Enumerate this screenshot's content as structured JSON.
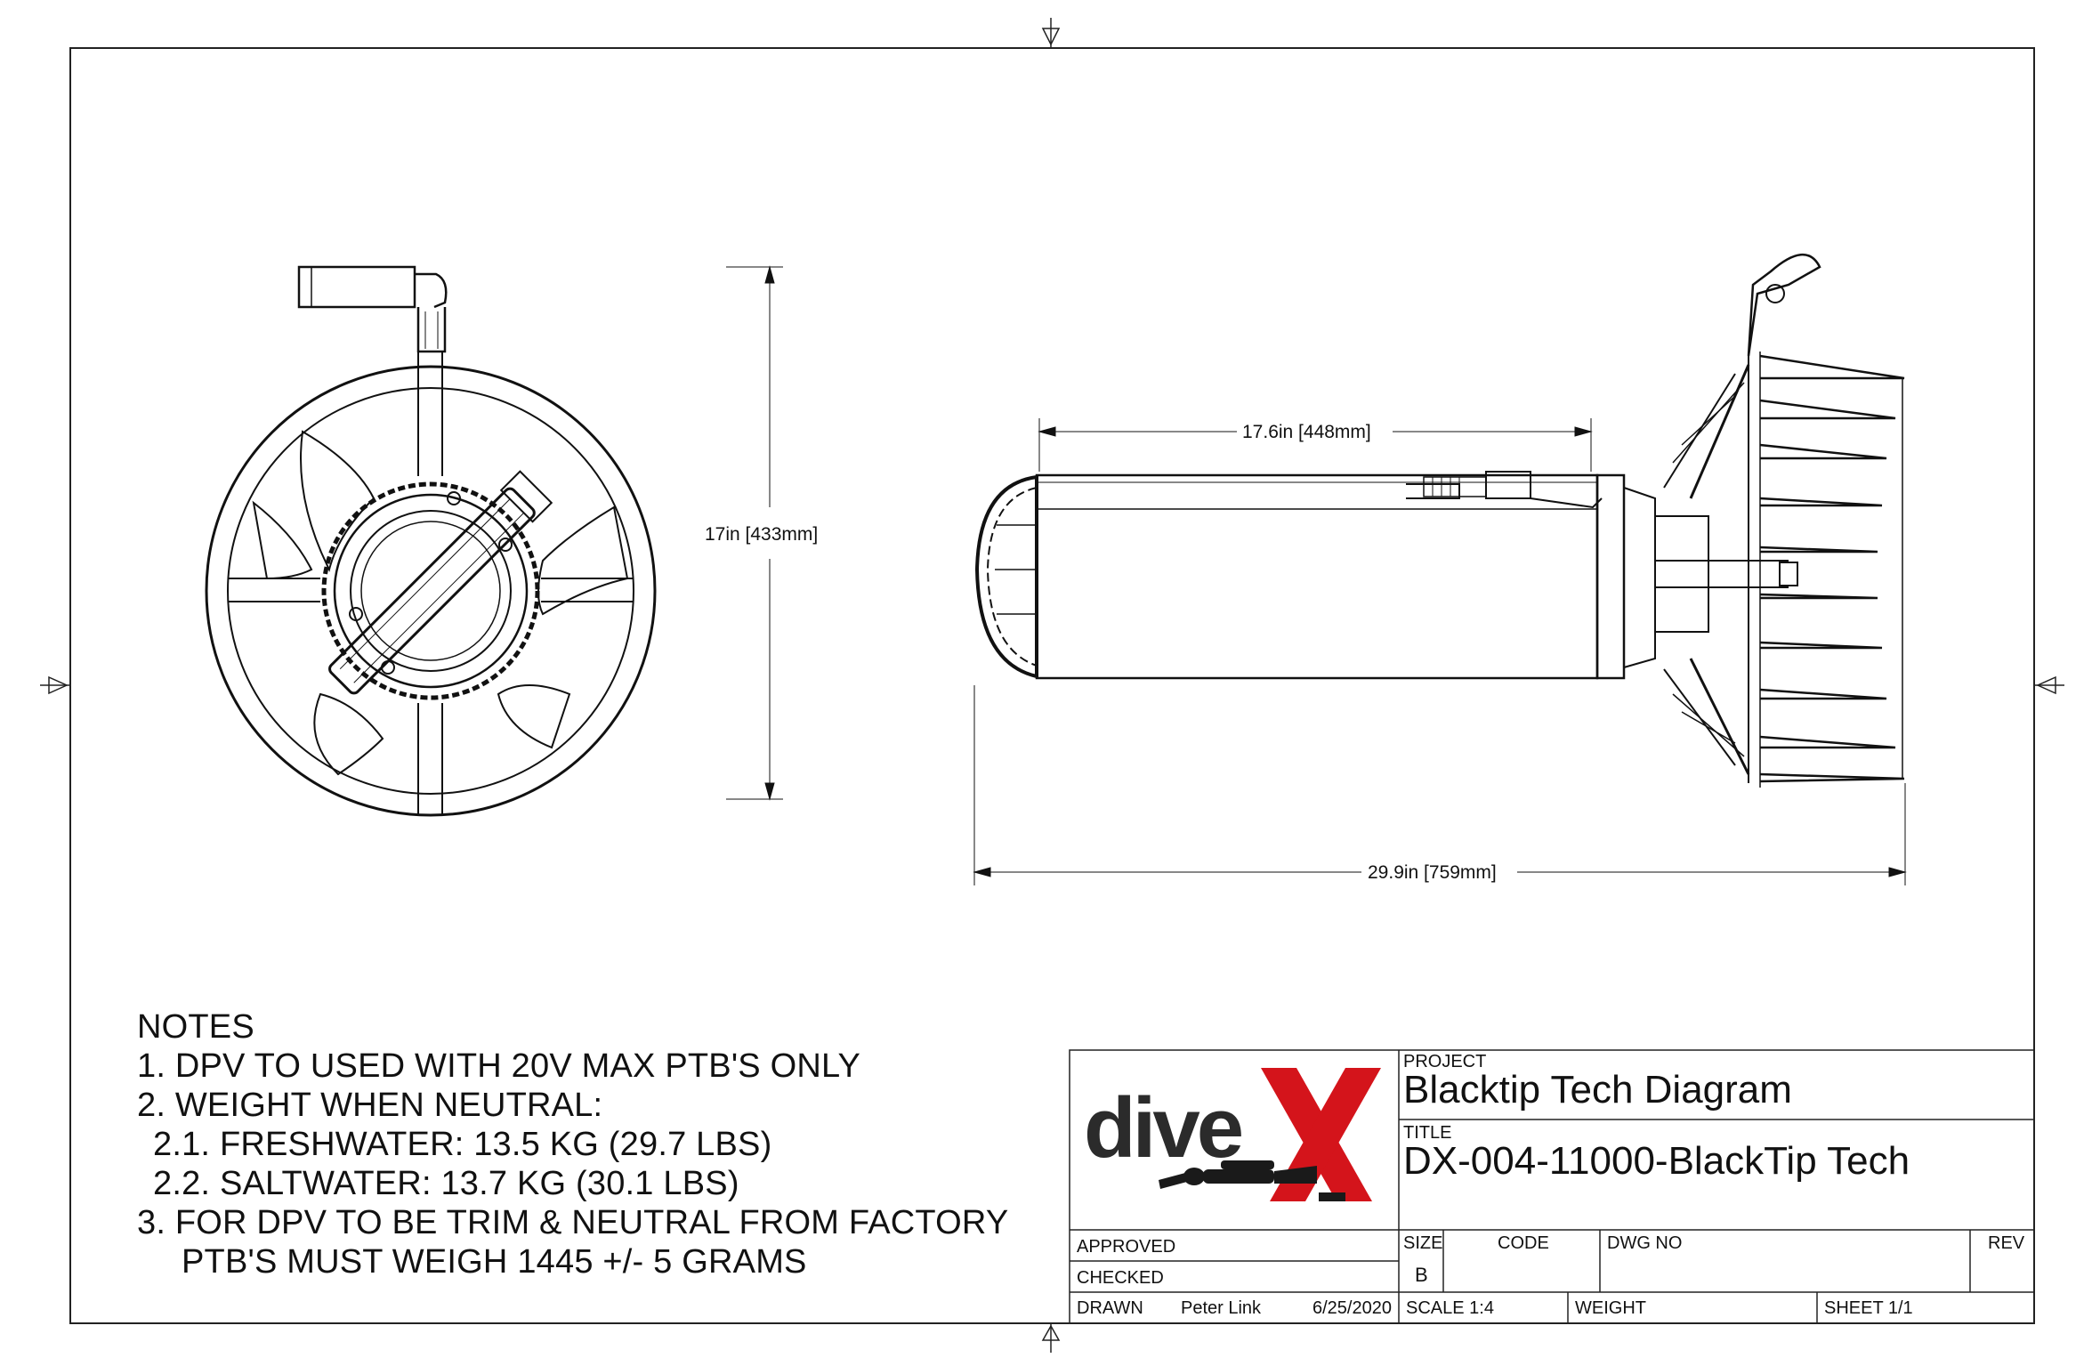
{
  "dimensions": {
    "height_17in": "17in [433mm]",
    "length_17_6in": "17.6in [448mm]",
    "length_29_9in": "29.9in [759mm]"
  },
  "notes": {
    "heading": "NOTES",
    "items": [
      "1.  DPV TO USED WITH 20V MAX PTB'S ONLY",
      "2.  WEIGHT WHEN NEUTRAL:",
      "2.1.  FRESHWATER: 13.5 KG (29.7 LBS)",
      "2.2.  SALTWATER: 13.7 KG (30.1 LBS)",
      "3.  FOR DPV TO BE TRIM & NEUTRAL FROM FACTORY",
      "PTB'S MUST WEIGH 1445 +/- 5 GRAMS"
    ]
  },
  "logo": {
    "text": "dive",
    "mark": "X",
    "icon": "diver-icon",
    "color_dark": "#2b2b2b",
    "color_red": "#d4141b"
  },
  "title_block": {
    "project_label": "PROJECT",
    "project": "Blacktip Tech Diagram",
    "title_label": "TITLE",
    "title": "DX-004-11000-BlackTip Tech",
    "approved_label": "APPROVED",
    "checked_label": "CHECKED",
    "drawn_label": "DRAWN",
    "drawn_by": "Peter Link",
    "drawn_date": "6/25/2020",
    "size_label": "SIZE",
    "size": "B",
    "code_label": "CODE",
    "dwg_label": "DWG NO",
    "rev_label": "REV",
    "scale": "SCALE  1:4",
    "weight_label": "WEIGHT",
    "sheet": "SHEET  1/1"
  }
}
